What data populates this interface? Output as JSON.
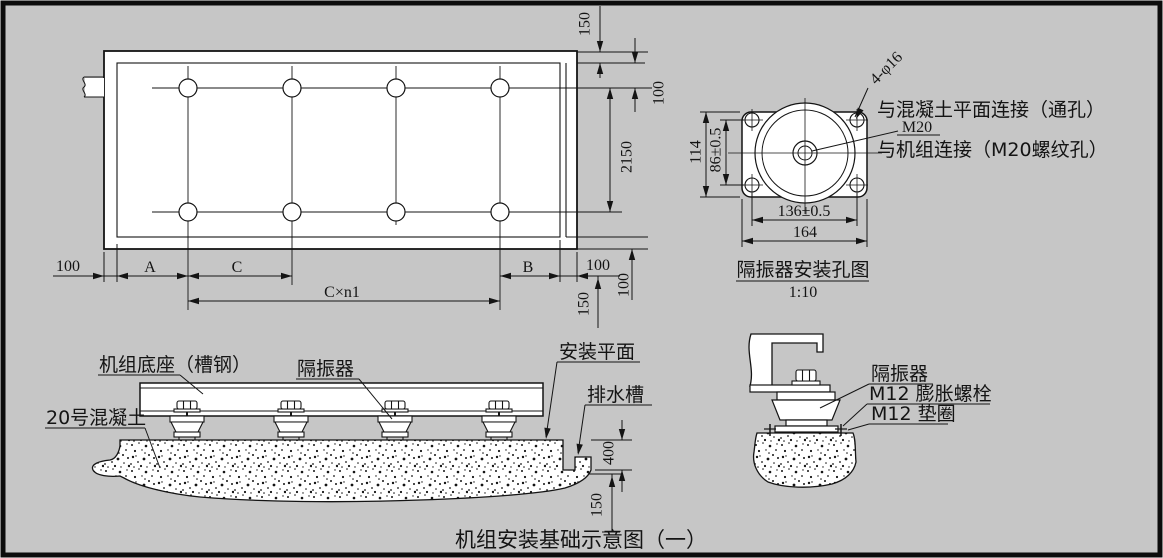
{
  "title": "机组安装基础示意图（一）",
  "plan_view": {
    "dim_top_150": "150",
    "dim_right_100_top": "100",
    "dim_right_2150": "2150",
    "dim_bottom_left_100": "100",
    "dim_a": "A",
    "dim_c": "C",
    "dim_b": "B",
    "dim_bottom_right_100_h": "100",
    "dim_cxn1": "C×n1",
    "dim_bottom_right_100_v": "100",
    "dim_bottom_right_150_v": "150"
  },
  "isolator_hole_view": {
    "dim_height": "114",
    "dim_hole_rows": "86±0.5",
    "dim_hole_cols": "136±0.5",
    "dim_width": "164",
    "corner_holes": "4-φ16",
    "thread": "M20",
    "note_concrete": "与混凝土平面连接（通孔）",
    "note_unit": "与机组连接（M20螺纹孔）",
    "caption": "隔振器安装孔图",
    "scale": "1:10"
  },
  "section_view": {
    "label_base": "机组底座（槽钢）",
    "label_isolator": "隔振器",
    "label_concrete": "20号混凝土",
    "label_surface": "安装平面",
    "label_drain": "排水槽",
    "dim_drain_depth": "400",
    "dim_below_drain": "150"
  },
  "detail_view": {
    "label_isolator": "隔振器",
    "label_bolt": "M12 膨胀螺栓",
    "label_washer": "M12 垫圈"
  },
  "colors": {
    "background": "#c6c6c6",
    "line": "#141414",
    "fill": "#ffffff"
  }
}
